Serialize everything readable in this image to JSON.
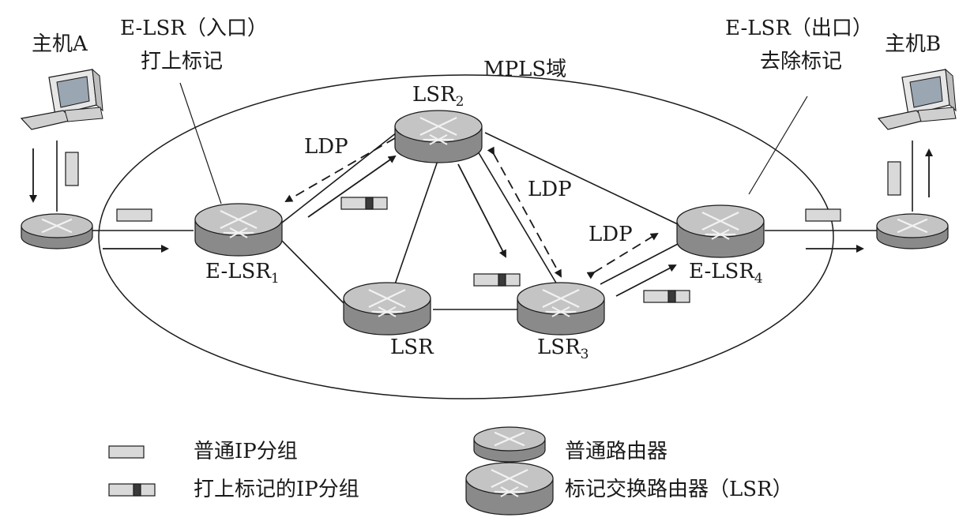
{
  "domain_title": "MPLS域",
  "host_a": "主机A",
  "host_b": "主机B",
  "ingress_title": "E-LSR（入口）",
  "ingress_action": "打上标记",
  "egress_title": "E-LSR（出口）",
  "egress_action": "去除标记",
  "routers": {
    "e_lsr1": {
      "name": "E-LSR",
      "sub": "1"
    },
    "lsr2": {
      "name": "LSR",
      "sub": "2"
    },
    "lsr": {
      "name": "LSR",
      "sub": ""
    },
    "lsr3": {
      "name": "LSR",
      "sub": "3"
    },
    "e_lsr4": {
      "name": "E-LSR",
      "sub": "4"
    }
  },
  "ldp_labels": {
    "a": "LDP",
    "b": "LDP",
    "c": "LDP"
  },
  "legend": {
    "plain_packet": "普通IP分组",
    "labeled_packet": "打上标记的IP分组",
    "normal_router": "普通路由器",
    "lsr_router": "标记交换路由器（LSR）"
  },
  "colors": {
    "packet_fill": "#d9d9d9",
    "label_mark": "#3a3a3a",
    "router_top": "#c4c4c4",
    "router_side": "#8a8a8a",
    "line": "#1a1a1a"
  }
}
